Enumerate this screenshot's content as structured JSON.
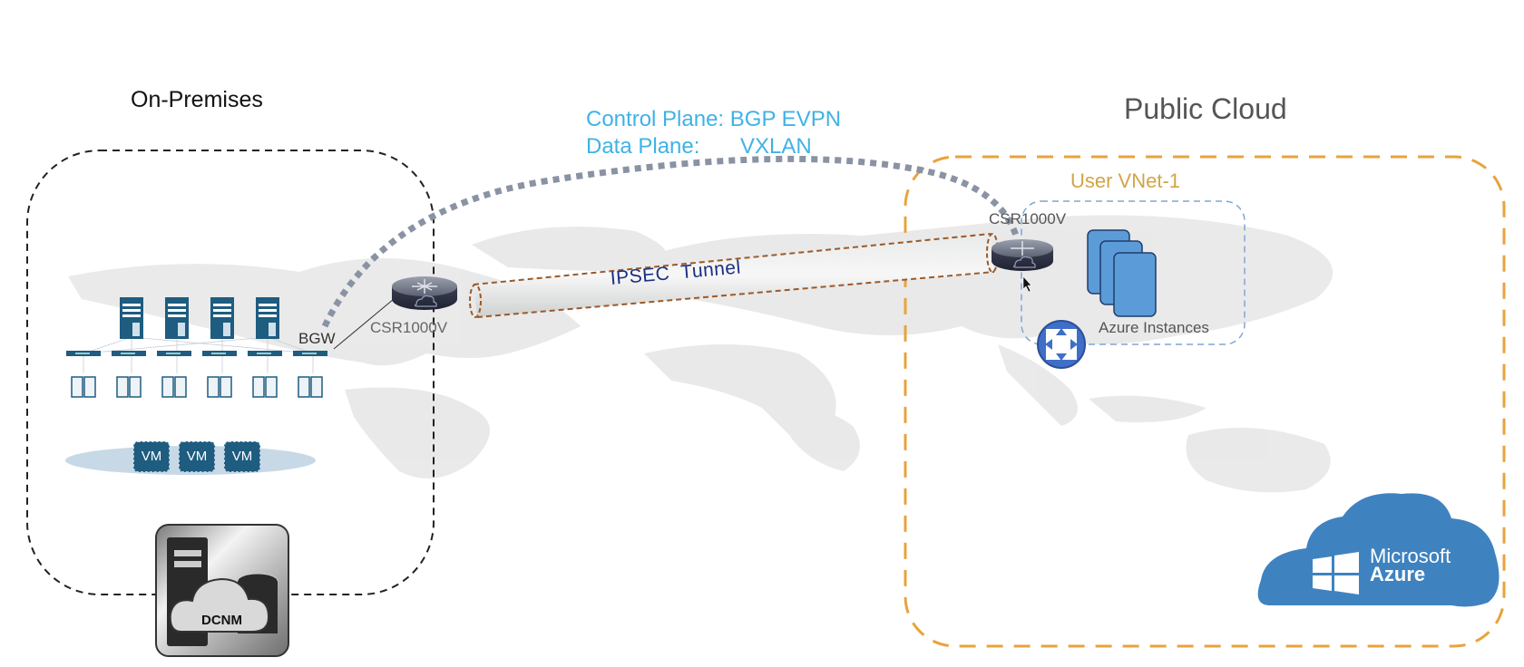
{
  "sections": {
    "on_premises_title": "On-Premises",
    "public_cloud_title": "Public Cloud"
  },
  "protocols": {
    "control_plane_label": "Control Plane:",
    "control_plane_value": "BGP EVPN",
    "data_plane_label": "Data Plane:",
    "data_plane_value": "VXLAN"
  },
  "tunnel": {
    "label": "IPSEC  Tunnel"
  },
  "on_prem": {
    "border_gateway_label": "BGW",
    "router_label": "CSR1000V",
    "spine_count": 4,
    "leaf_count": 6,
    "vms": [
      "VM",
      "VM",
      "VM"
    ],
    "controller_label": "DCNM"
  },
  "cloud": {
    "vnet_label": "User VNet-1",
    "router_label": "CSR1000V",
    "instances_label": "Azure Instances",
    "provider_line1": "Microsoft",
    "provider_line2": "Azure"
  },
  "colors": {
    "control_plane_text": "#3fb2e6",
    "cloud_border": "#e8a33c",
    "vnet_border": "#7ea6d4",
    "tunnel_text": "#1c2f80",
    "server_blue": "#1e5c80",
    "azure_blue": "#3f82c0",
    "bgp_arc": "#8a93a3"
  }
}
